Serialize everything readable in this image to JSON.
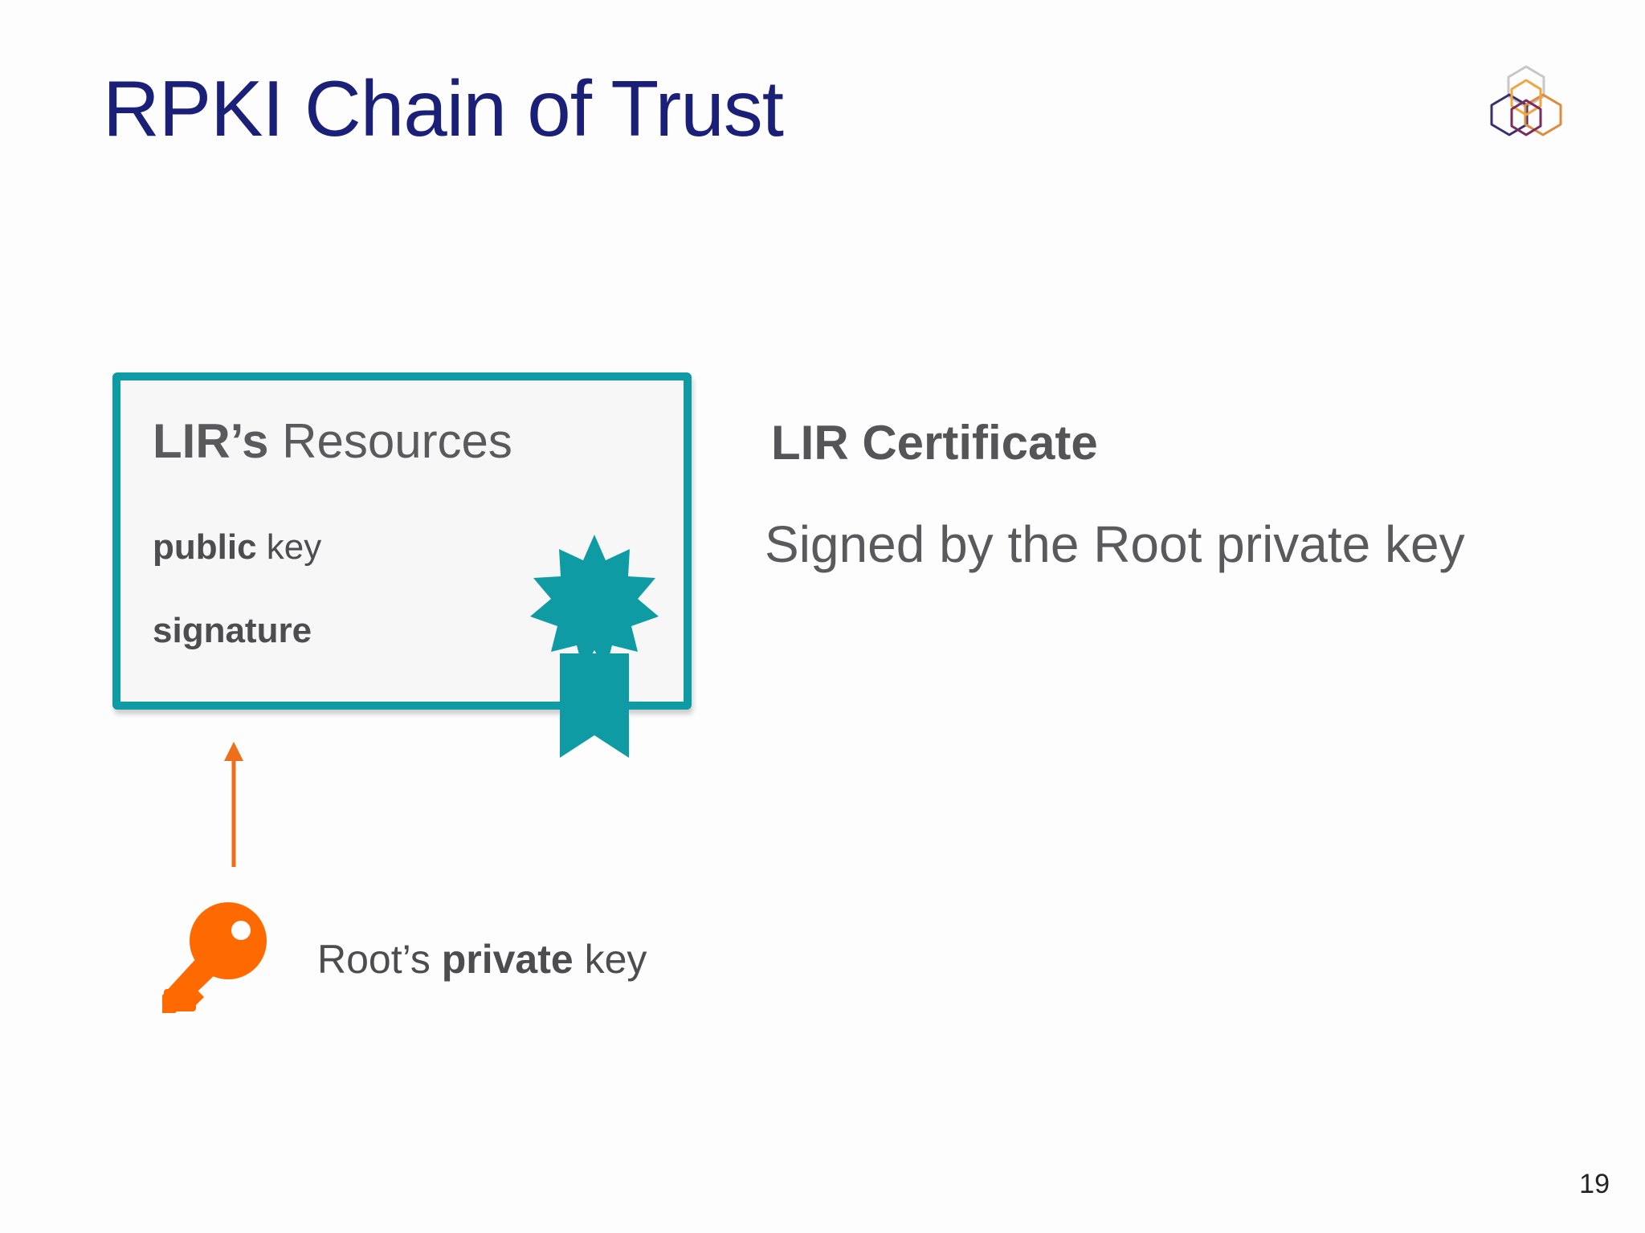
{
  "slide": {
    "title": "RPKI Chain of Trust",
    "page_number": "19"
  },
  "certificate": {
    "title_bold": "LIR’s",
    "title_rest": " Resources",
    "public_key_bold": "public",
    "public_key_rest": " key",
    "signature": "signature"
  },
  "description": {
    "title": "LIR Certificate",
    "subtitle": "Signed by the Root private key"
  },
  "signing_key": {
    "label_prefix": "Root’s ",
    "label_bold": "private",
    "label_suffix": " key"
  },
  "colors": {
    "title": "#1a1f78",
    "certificate_border": "#0e9ba4",
    "seal": "#0e9ba4",
    "key": "#ff6a00",
    "arrow": "#ee6e1a"
  },
  "icons": {
    "logo": "ripe-ncc-hexagon-logo",
    "seal": "award-seal-ribbon-icon",
    "key": "key-icon",
    "arrow": "arrow-up-icon"
  }
}
